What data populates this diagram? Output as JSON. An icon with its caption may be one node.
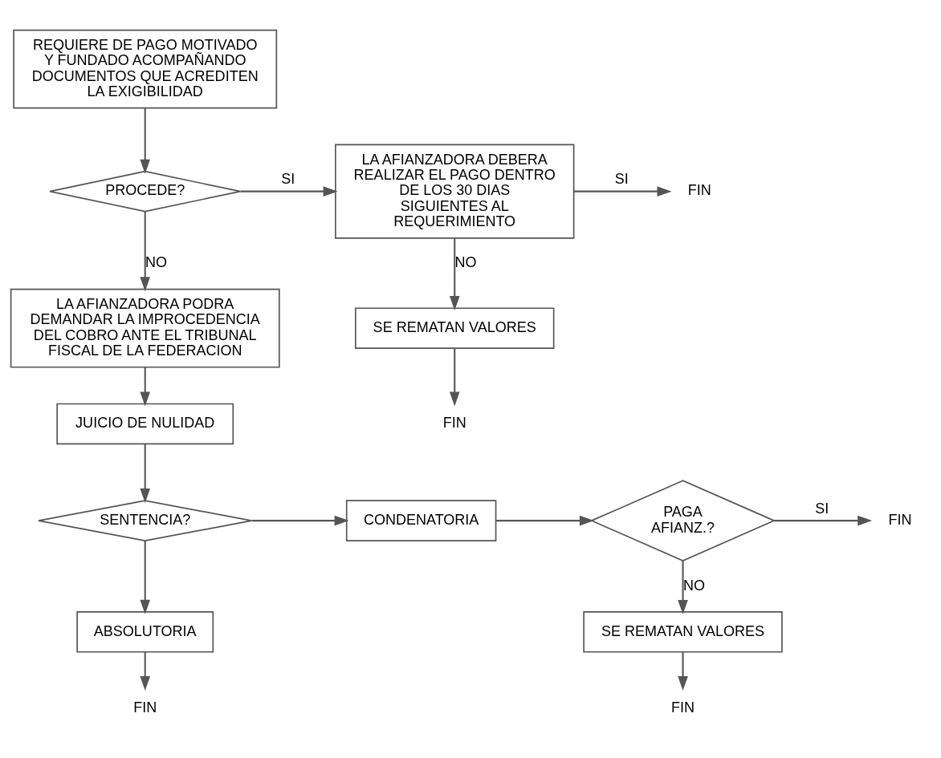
{
  "diagram": {
    "nodes": [
      {
        "text": [
          "REQUIERE DE PAGO MOTIVADO Y FUNDADO ACOMPAÑANDO DOCUMENTOS QUE ACREDITEN LA EXIGIBILIDAD"
        ]
      },
      {
        "text": [
          "PROCEDE?"
        ]
      },
      {
        "text": [
          "LA AFIANZADORA DEBERA REALIZAR EL PAGO DENTRO DE LOS 30 DIAS SIGUIENTES AL REQUERIMIENTO"
        ]
      },
      {
        "text": [
          "FIN"
        ]
      },
      {
        "text": [
          "LA AFIANZADORA PODRA DEMANDAR LA IMPROCEDENCIA DEL COBRO ANTE EL TRIBUNAL FISCAL DE LA FEDERACION"
        ]
      },
      {
        "text": [
          "SE REMATAN VALORES"
        ]
      },
      {
        "text": [
          "FIN"
        ]
      },
      {
        "text": [
          "JUICIO DE NULIDAD"
        ]
      },
      {
        "text": [
          "SENTENCIA?"
        ]
      },
      {
        "text": [
          "CONDENATORIA"
        ]
      },
      {
        "text": [
          "PAGA AFIANZ.?"
        ]
      },
      {
        "text": [
          "FIN"
        ]
      },
      {
        "text": [
          "ABSOLUTORIA"
        ]
      },
      {
        "text": [
          "FIN"
        ]
      },
      {
        "text": [
          "SE REMATAN VALORES"
        ]
      },
      {
        "text": [
          "FIN"
        ]
      }
    ],
    "edges": [
      {
        "from": 0,
        "to": 1,
        "arrow": "to"
      },
      {
        "from": 1,
        "to": 2,
        "arrow": "to",
        "label": "SI"
      },
      {
        "from": 2,
        "to": 3,
        "arrow": "to",
        "label": "SI"
      },
      {
        "from": 1,
        "to": 4,
        "arrow": "to",
        "label": "NO"
      },
      {
        "from": 2,
        "to": 5,
        "arrow": "to",
        "label": "NO"
      },
      {
        "from": 5,
        "to": 6,
        "arrow": "to"
      },
      {
        "from": 4,
        "to": 7,
        "arrow": "to"
      },
      {
        "from": 7,
        "to": 8,
        "arrow": "to"
      },
      {
        "from": 8,
        "to": 9,
        "arrow": "to"
      },
      {
        "from": 9,
        "to": 10,
        "arrow": "to"
      },
      {
        "from": 10,
        "to": 11,
        "arrow": "to",
        "label": "SI"
      },
      {
        "from": 8,
        "to": 12,
        "arrow": "to"
      },
      {
        "from": 12,
        "to": 13,
        "arrow": "to"
      },
      {
        "from": 10,
        "to": 14,
        "arrow": "to",
        "label": "NO"
      },
      {
        "from": 14,
        "to": 15,
        "arrow": "to"
      }
    ]
  }
}
